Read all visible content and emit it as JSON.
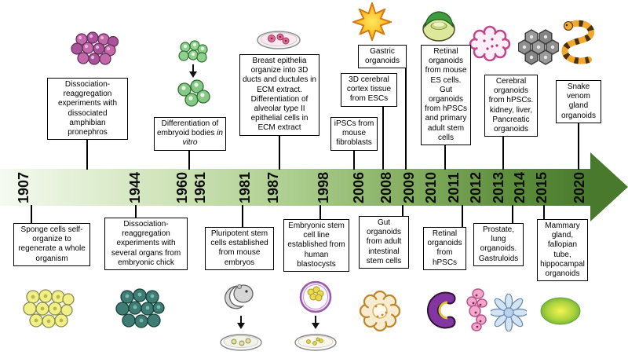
{
  "timeline": {
    "years": [
      "1907",
      "1944",
      "1960",
      "1961",
      "1981",
      "1987",
      "1998",
      "2006",
      "2008",
      "2009",
      "2010",
      "2011",
      "2012",
      "2013",
      "2014",
      "2015",
      "2020"
    ],
    "arrow_gradient_start": "#f5faf1",
    "arrow_gradient_end": "#49792c"
  },
  "top_boxes": [
    {
      "label": "Dissociation-reaggregation experiments with dissociated amphibian pronephros"
    },
    {
      "label": "Differentiation of embryoid bodies",
      "label_italic": "in vitro"
    },
    {
      "label": "Breast epithelia organize into 3D ducts and ductules in ECM extract. Differentiation of alveolar type II epithelial cells in ECM extract"
    },
    {
      "label": "3D cerebral cortex tissue from ESCs"
    },
    {
      "label": "iPSCs from mouse fibroblasts"
    },
    {
      "label": "Gastric organoids"
    },
    {
      "label": "Retinal organoids from mouse ES cells. Gut organoids from hPSCs and primary adult stem cells"
    },
    {
      "label": "Cerebral organoids from hPSCs. kidney, liver, Pancreatic organoids"
    },
    {
      "label": "Snake venom gland organoids"
    }
  ],
  "bottom_boxes": [
    {
      "label": "Sponge cells self-organize to regenerate a whole organism"
    },
    {
      "label": "Dissociation-reaggregation experiments with several organs from embryonic chick"
    },
    {
      "label": "Pluripotent stem cells established from mouse embryos"
    },
    {
      "label": "Embryonic stem cell line established from human blastocysts"
    },
    {
      "label": "Gut organoids from adult intestinal stem cells"
    },
    {
      "label": "Retinal organoids from hPSCs"
    },
    {
      "label": "Prostate, lung organoids. Gastruloids"
    },
    {
      "label": "Mammary gland, fallopian tube, hippocampal organoids"
    }
  ],
  "illustrations": {
    "top": [
      "amphibian-cell-aggregate",
      "embryoid-bodies",
      "breast-epithelia-dish",
      "gastric-organoid",
      "retinal-optic-cup",
      "kidney-organoid",
      "liver-organoid",
      "snake"
    ],
    "bottom": [
      "sponge-cells",
      "chick-cells",
      "mouse-embryo-with-dish",
      "blastocyst-with-dish",
      "gut-organoid",
      "retinal-organoid",
      "prostate-lung-organoid",
      "gastruloid",
      "mammary-organoid"
    ]
  }
}
